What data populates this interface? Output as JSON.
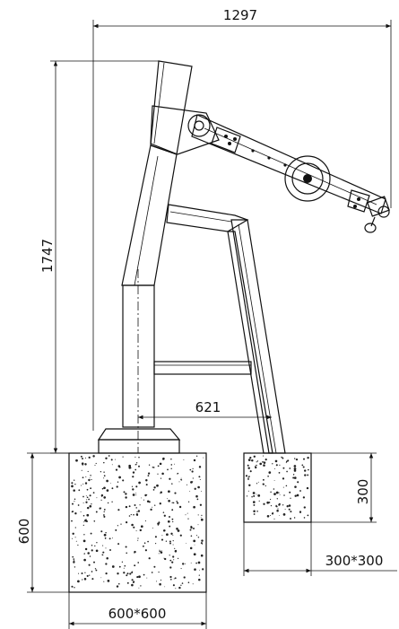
{
  "dimensions": {
    "overall_width": "1297",
    "overall_height": "1747",
    "leg_spacing": "621",
    "foundation_large_height": "600",
    "foundation_large_size": "600*600",
    "foundation_small_height": "300",
    "foundation_small_size": "300*300"
  },
  "colors": {
    "line": "#111111",
    "background": "#ffffff"
  }
}
